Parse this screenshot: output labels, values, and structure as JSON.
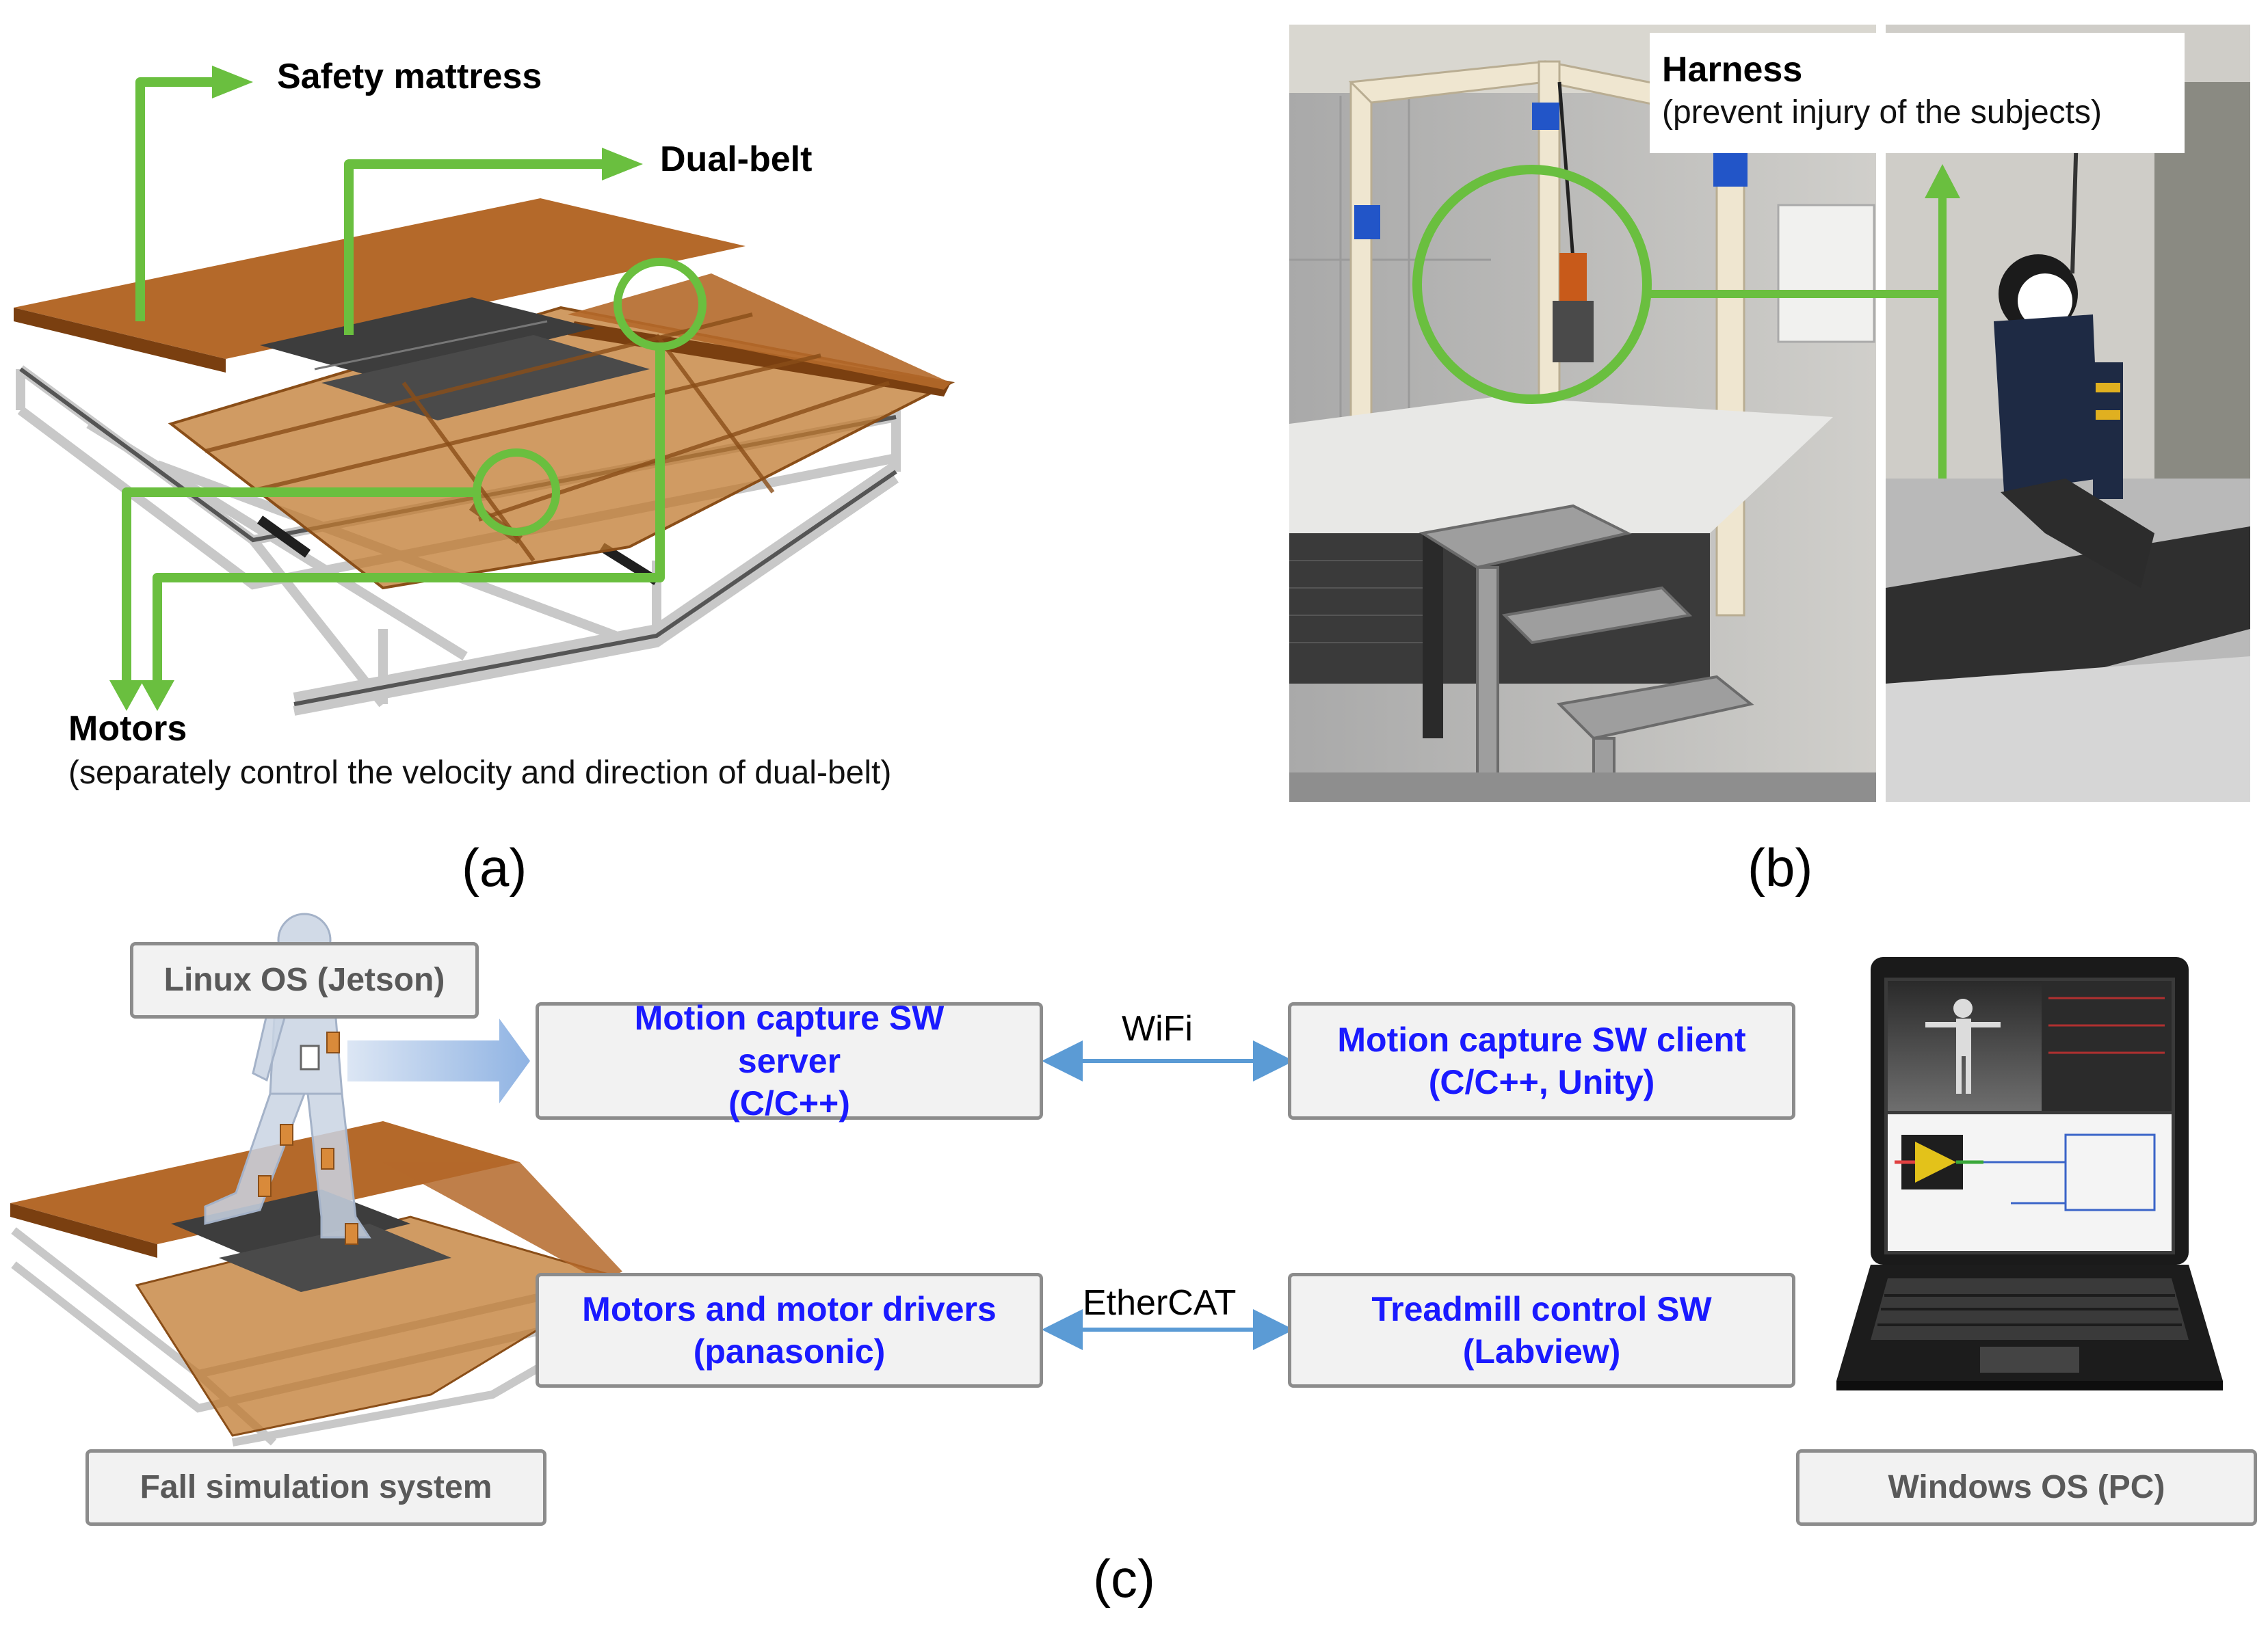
{
  "panel_a": {
    "label": "(a)",
    "safety_mattress": "Safety mattress",
    "dual_belt": "Dual-belt",
    "motors_title": "Motors",
    "motors_desc": "(separately control the velocity and direction of dual-belt)"
  },
  "panel_b": {
    "label": "(b)",
    "harness_title": "Harness",
    "harness_desc": "(prevent injury of the subjects)"
  },
  "panel_c": {
    "label": "(c)",
    "linux_os": "Linux OS (Jetson)",
    "fall_system": "Fall simulation system",
    "windows_os": "Windows OS (PC)",
    "mocap_server": [
      "Motion capture SW",
      "server",
      "(C/C++)"
    ],
    "mocap_client": [
      "Motion capture SW client",
      "(C/C++, Unity)"
    ],
    "motors_drivers": [
      "Motors and motor drivers",
      "(panasonic)"
    ],
    "treadmill_sw": [
      "Treadmill control SW",
      "(Labview)"
    ],
    "wifi": "WiFi",
    "ethercat": "EtherCAT"
  },
  "colors": {
    "green": "#6abf3f",
    "wood": "#b4692a",
    "frame": "#c8c8c8",
    "blue_text": "#1a1aff",
    "arrow_blue": "#5b9bd5"
  }
}
